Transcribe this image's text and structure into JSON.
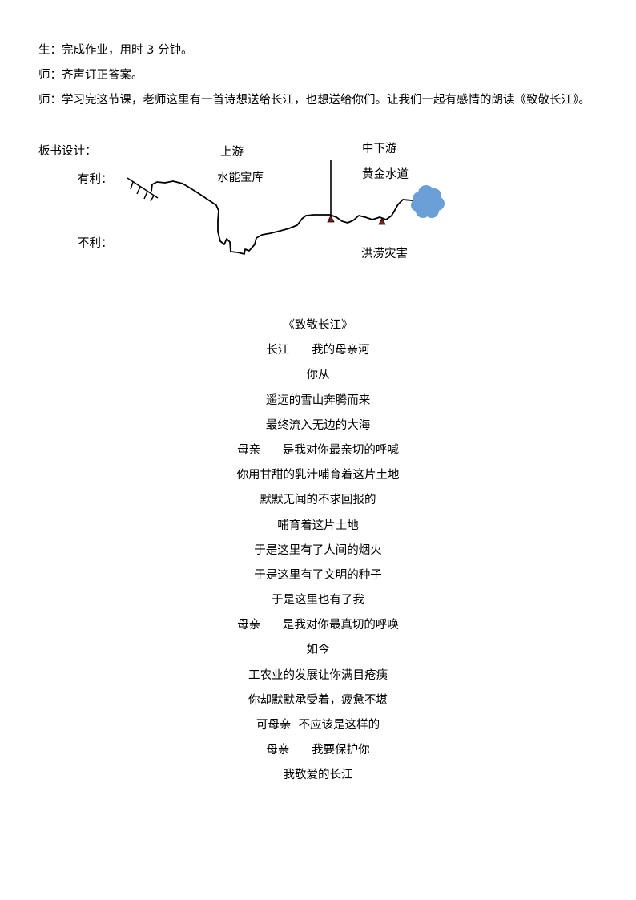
{
  "paragraphs": [
    "生：完成作业，用时 3 分钟。",
    "师：齐声订正答案。",
    "师：学习完这节课，老师这里有一首诗想送给长江，也想送给你们。让我们一起有感情的朗读《致敬长江》。"
  ],
  "board": {
    "design_label": "板书设计：",
    "upstream": "上游",
    "hydro": "水能宝库",
    "midlower": "中下游",
    "golden": "黄金水道",
    "favorable": "有利：",
    "unfavorable": "不利：",
    "flood": "洪涝灾害",
    "colors": {
      "sea": "#6a9fd8",
      "triangle_fill": "#7a1f1f",
      "river": "#000000"
    }
  },
  "poem": {
    "lines": [
      "《致敬长江》",
      "长江      我的母亲河",
      "你从",
      "遥远的雪山奔腾而来",
      "最终流入无边的大海",
      "母亲      是我对你最亲切的呼喊",
      "你用甘甜的乳汁哺育着这片土地",
      "默默无闻的不求回报的",
      "哺育着这片土地",
      "于是这里有了人间的烟火",
      "于是这里有了文明的种子",
      "于是这里也有了我",
      "母亲      是我对你最真切的呼唤",
      "如今",
      "工农业的发展让你满目疮痍",
      "你却默默承受着，疲惫不堪",
      "可母亲  不应该是这样的",
      "母亲      我要保护你",
      "我敬爱的长江"
    ]
  }
}
